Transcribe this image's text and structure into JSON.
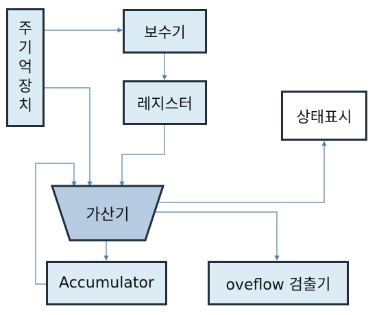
{
  "blocks": {
    "main_memory": {
      "chars": [
        "주",
        "기",
        "억",
        "장",
        "치"
      ]
    },
    "complementer": {
      "label": "보수기"
    },
    "register": {
      "label": "레지스터"
    },
    "status_display": {
      "label": "상태표시"
    },
    "adder": {
      "label": "가산기"
    },
    "accumulator": {
      "label": "Accumulator"
    },
    "overflow_detector": {
      "label": "oveflow 검출기"
    }
  },
  "colors": {
    "box_fill": "#dcecf4",
    "box_border": "#1f2f3f",
    "adder_fill": "#b7cbe3",
    "line": "#4f7fb0"
  }
}
